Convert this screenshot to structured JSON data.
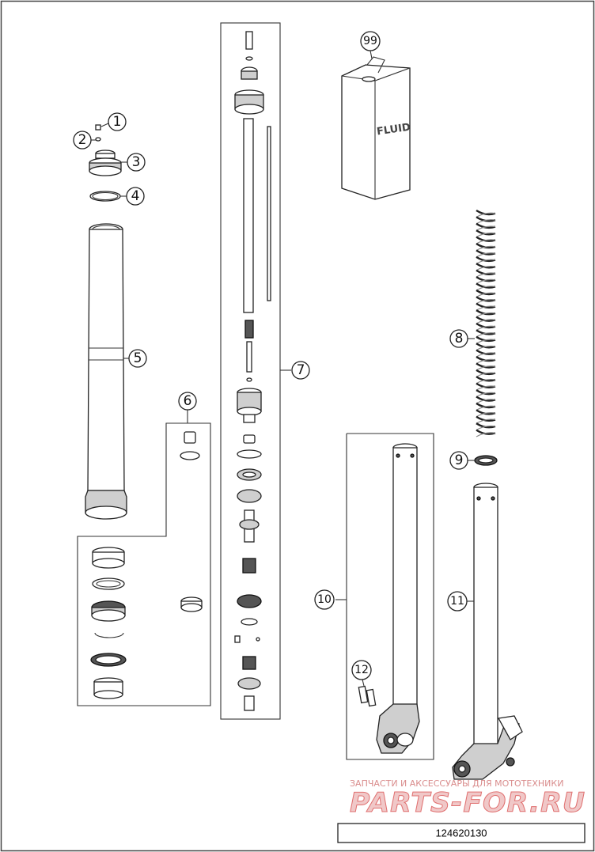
{
  "callouts": [
    "1",
    "2",
    "3",
    "4",
    "5",
    "6",
    "7",
    "8",
    "9",
    "10",
    "11",
    "12",
    "99"
  ],
  "fluid_can_label": "FLUID",
  "watermark": {
    "tagline": "ЗАПЧАСТИ И АКСЕССУАРЫ ДЛЯ МОТОТЕХНИКИ",
    "brand": "PARTS-FOR.RU"
  },
  "part_code": "124620130"
}
